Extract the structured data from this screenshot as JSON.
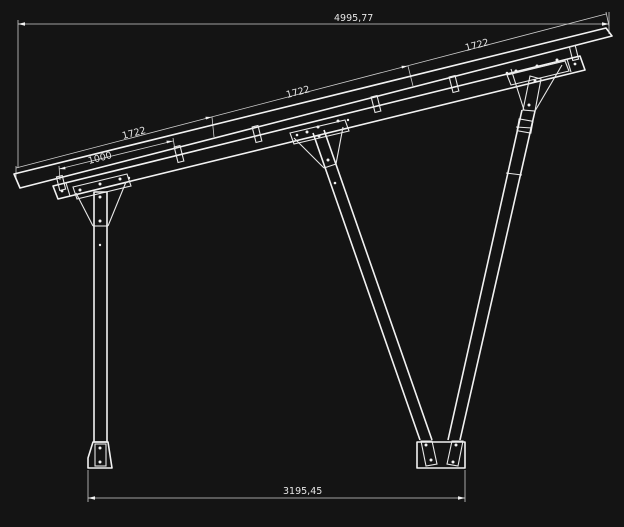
{
  "drawing": {
    "type": "carport side elevation (technical drawing)",
    "background_color": "#141414",
    "line_color": "#f2f2f2",
    "dimensions": {
      "total_width": "4995,77",
      "base_span": "3195,45",
      "panel_1": "1722",
      "panel_2": "1722",
      "panel_3": "1722",
      "overhang": "1000"
    }
  }
}
